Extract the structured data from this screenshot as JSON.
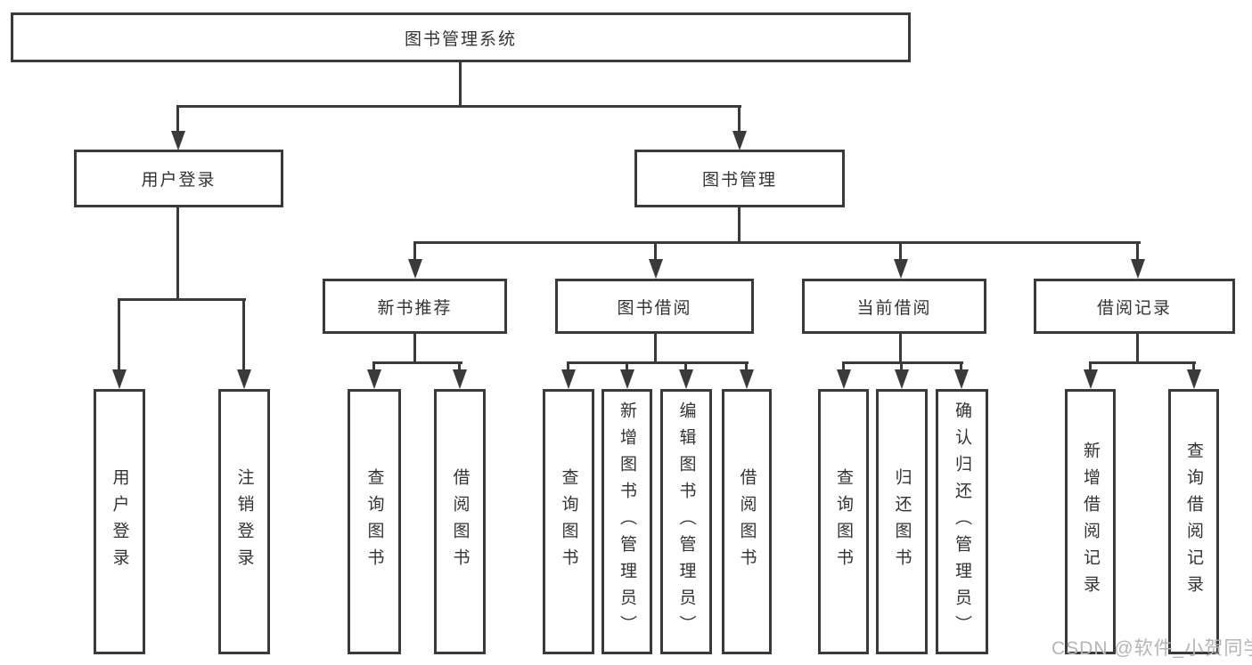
{
  "colors": {
    "line": "#3a3a3a",
    "text": "#333333",
    "background": "#ffffff",
    "watermark": "#b5b5b5"
  },
  "watermark": "CSDN @软件_小贺同学",
  "tree": {
    "label": "图书管理系统",
    "children": [
      {
        "label": "用户登录",
        "children": [
          {
            "label": "用户登录"
          },
          {
            "label": "注销登录"
          }
        ]
      },
      {
        "label": "图书管理",
        "children": [
          {
            "label": "新书推荐",
            "children": [
              {
                "label": "查询图书"
              },
              {
                "label": "借阅图书"
              }
            ]
          },
          {
            "label": "图书借阅",
            "children": [
              {
                "label": "查询图书"
              },
              {
                "label": "新增图书（管理员）"
              },
              {
                "label": "编辑图书（管理员）"
              },
              {
                "label": "借阅图书"
              }
            ]
          },
          {
            "label": "当前借阅",
            "children": [
              {
                "label": "查询图书"
              },
              {
                "label": "归还图书"
              },
              {
                "label": "确认归还（管理员）"
              }
            ]
          },
          {
            "label": "借阅记录",
            "children": [
              {
                "label": "新增借阅记录"
              },
              {
                "label": "查询借阅记录"
              }
            ]
          }
        ]
      }
    ]
  }
}
